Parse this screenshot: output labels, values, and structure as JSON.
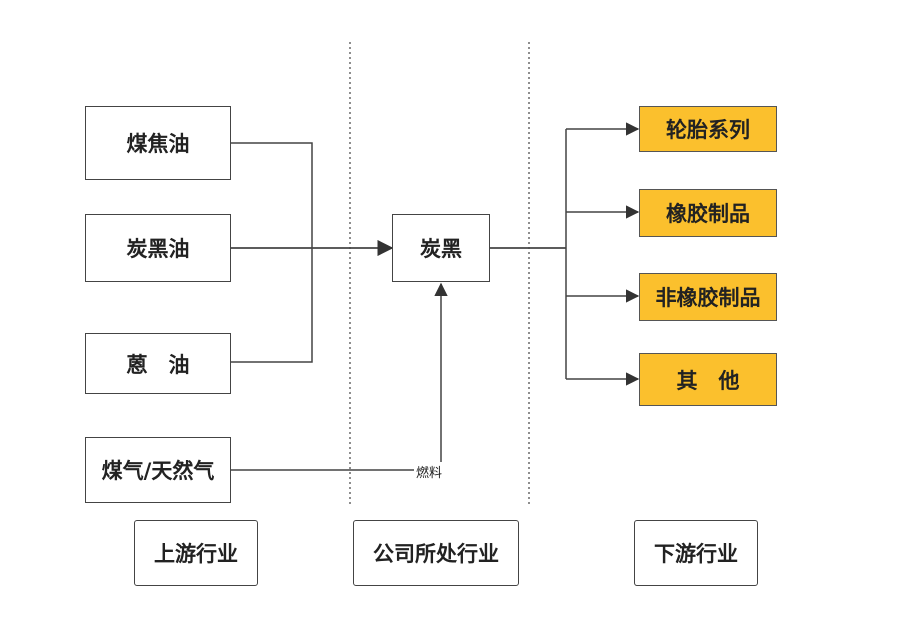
{
  "upstream": {
    "items": [
      {
        "label": "煤焦油"
      },
      {
        "label": "炭黑油"
      },
      {
        "label": "蒽　油"
      },
      {
        "label": "煤气/天然气"
      }
    ]
  },
  "company": {
    "product": "炭黑",
    "fuel_label": "燃料"
  },
  "downstream": {
    "items": [
      {
        "label": "轮胎系列"
      },
      {
        "label": "橡胶制品"
      },
      {
        "label": "非橡胶制品"
      },
      {
        "label": "其　他"
      }
    ]
  },
  "sections": {
    "upstream": "上游行业",
    "company": "公司所处行业",
    "downstream": "下游行业"
  },
  "colors": {
    "highlight": "#fbc02d",
    "line": "#444444"
  }
}
